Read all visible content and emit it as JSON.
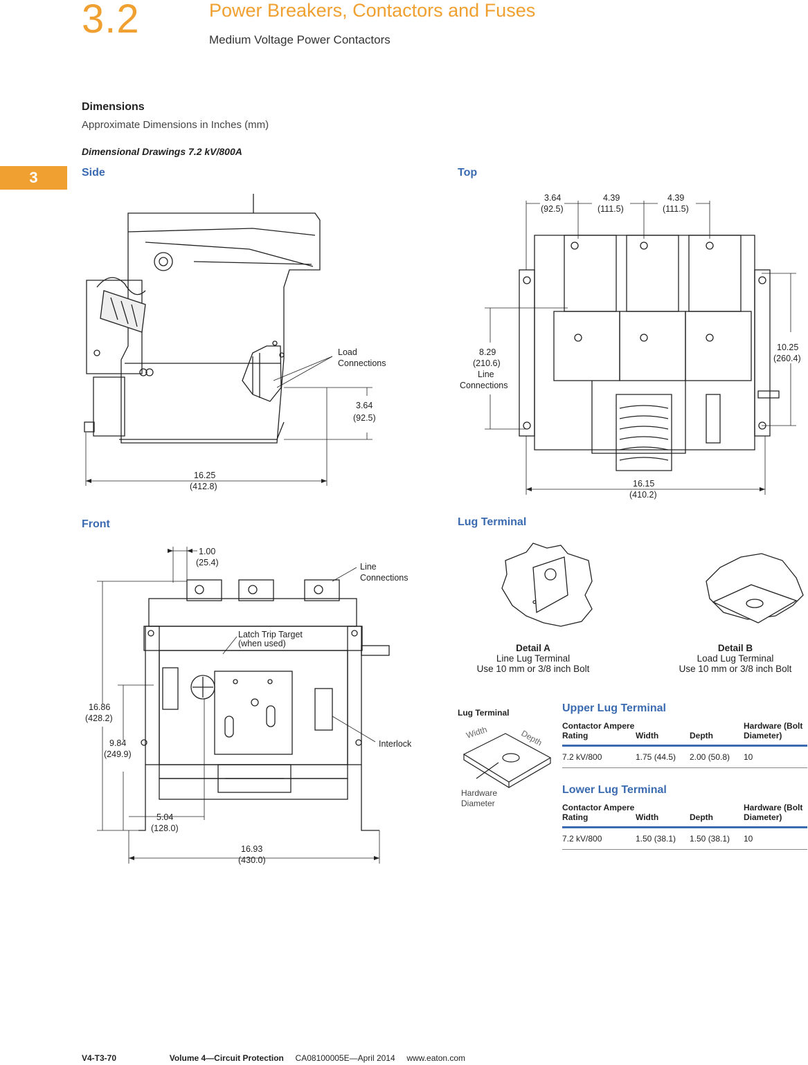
{
  "header": {
    "section_number": "3.2",
    "title": "Power Breakers, Contactors and Fuses",
    "subtitle": "Medium Voltage Power Contactors",
    "tab_marker": "3"
  },
  "intro": {
    "heading": "Dimensions",
    "subheading": "Approximate Dimensions in Inches (mm)",
    "drawing_title": "Dimensional Drawings 7.2 kV/800A"
  },
  "views": {
    "side": {
      "label": "Side",
      "load_connections_1": "Load",
      "load_connections_2": "Connections",
      "height_in": "3.64",
      "height_mm": "(92.5)",
      "depth_in": "16.25",
      "depth_mm": "(412.8)"
    },
    "top": {
      "label": "Top",
      "d1_in": "3.64",
      "d1_mm": "(92.5)",
      "d2_in": "4.39",
      "d2_mm": "(111.5)",
      "d3_in": "4.39",
      "d3_mm": "(111.5)",
      "line_in": "8.29",
      "line_mm": "(210.6)",
      "line_lbl1": "Line",
      "line_lbl2": "Connections",
      "right_in": "10.25",
      "right_mm": "(260.4)",
      "width_in": "16.15",
      "width_mm": "(410.2)"
    },
    "front": {
      "label": "Front",
      "gap_in": "1.00",
      "gap_mm": "(25.4)",
      "line_lbl1": "Line",
      "line_lbl2": "Connections",
      "latch_1": "Latch Trip Target",
      "latch_2": "(when used)",
      "interlock": "Interlock",
      "h_in": "16.86",
      "h_mm": "(428.2)",
      "h2_in": "9.84",
      "h2_mm": "(249.9)",
      "w1_in": "5.04",
      "w1_mm": "(128.0)",
      "w_in": "16.93",
      "w_mm": "(430.0)"
    },
    "lug": {
      "label": "Lug Terminal",
      "detail_a_title": "Detail A",
      "detail_a_line1": "Line Lug Terminal",
      "detail_a_line2": "Use 10 mm or 3/8 inch Bolt",
      "detail_b_title": "Detail B",
      "detail_b_line1": "Load Lug Terminal",
      "detail_b_line2": "Use 10 mm or 3/8 inch Bolt",
      "small_title": "Lug Terminal",
      "width_lbl": "Width",
      "depth_lbl": "Depth",
      "hw_lbl1": "Hardware",
      "hw_lbl2": "Diameter"
    }
  },
  "tables": {
    "upper": {
      "title": "Upper Lug Terminal",
      "headers": [
        "Contactor Ampere Rating",
        "Width",
        "Depth",
        "Hardware (Bolt Diameter)"
      ],
      "rows": [
        [
          "7.2 kV/800",
          "1.75 (44.5)",
          "2.00 (50.8)",
          "10"
        ]
      ]
    },
    "lower": {
      "title": "Lower Lug Terminal",
      "headers": [
        "Contactor Ampere Rating",
        "Width",
        "Depth",
        "Hardware (Bolt Diameter)"
      ],
      "rows": [
        [
          "7.2 kV/800",
          "1.50 (38.1)",
          "1.50 (38.1)",
          "10"
        ]
      ]
    }
  },
  "footer": {
    "page": "V4-T3-70",
    "volume": "Volume 4—Circuit Protection",
    "doc": "CA08100005E—April 2014",
    "url": "www.eaton.com"
  }
}
